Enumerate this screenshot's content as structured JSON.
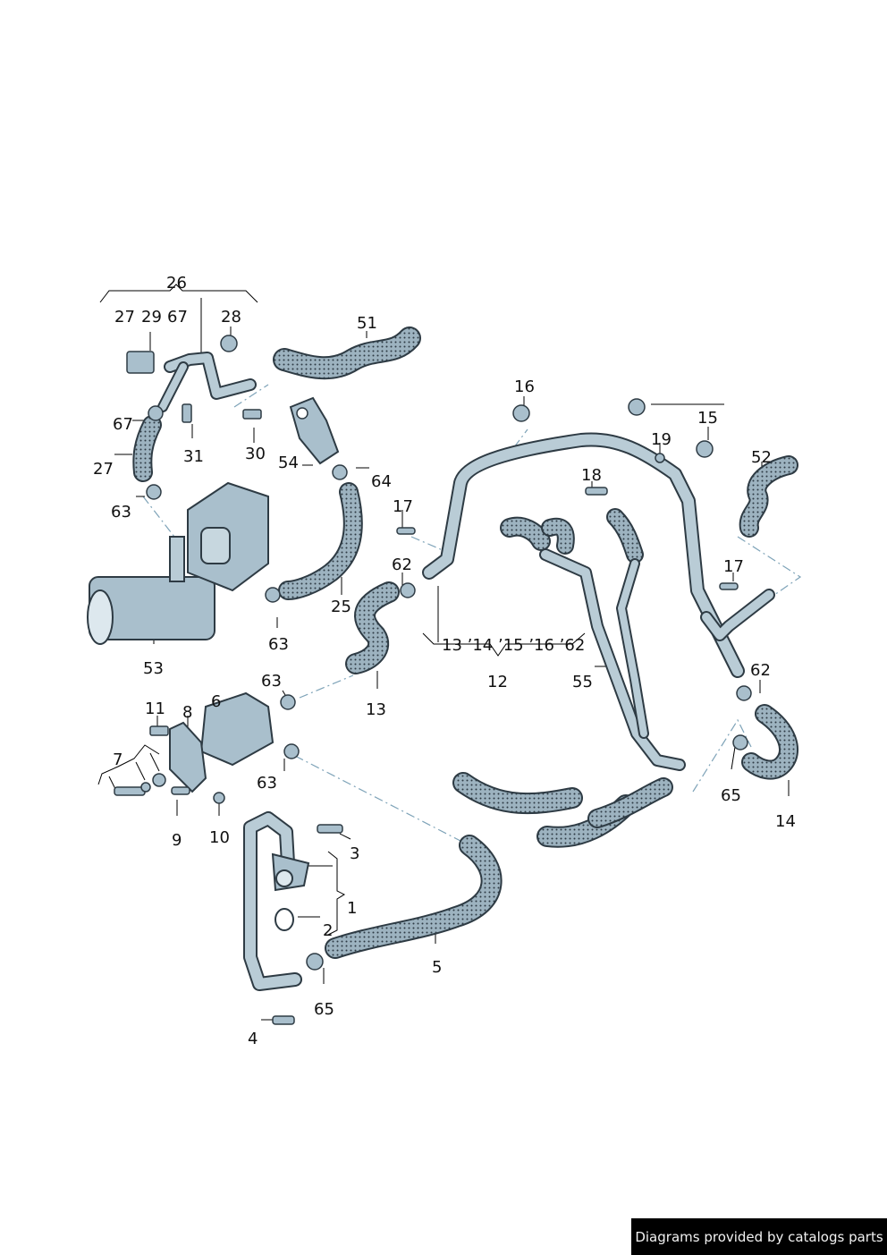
{
  "diagram": {
    "title": "Coolant hoses and pipes",
    "colors": {
      "part_fill": "#a9bfcc",
      "part_dark": "#2e3b44",
      "hose_fill": "#8fa6b3",
      "leader": "#000000",
      "centerline": "#7ea3b8"
    },
    "callouts": [
      {
        "id": "c26",
        "text": "26"
      },
      {
        "id": "c27a",
        "text": "27"
      },
      {
        "id": "c29",
        "text": "29"
      },
      {
        "id": "c67a",
        "text": "67"
      },
      {
        "id": "c28",
        "text": "28"
      },
      {
        "id": "c51",
        "text": "51"
      },
      {
        "id": "c67b",
        "text": "67"
      },
      {
        "id": "c27b",
        "text": "27"
      },
      {
        "id": "c31",
        "text": "31"
      },
      {
        "id": "c30",
        "text": "30"
      },
      {
        "id": "c54",
        "text": "54"
      },
      {
        "id": "c64",
        "text": "64"
      },
      {
        "id": "c63a",
        "text": "63"
      },
      {
        "id": "c16",
        "text": "16"
      },
      {
        "id": "c15",
        "text": "15"
      },
      {
        "id": "c19",
        "text": "19"
      },
      {
        "id": "c52",
        "text": "52"
      },
      {
        "id": "c18",
        "text": "18"
      },
      {
        "id": "c17a",
        "text": "17"
      },
      {
        "id": "c62a",
        "text": "62"
      },
      {
        "id": "c17b",
        "text": "17"
      },
      {
        "id": "c25",
        "text": "25"
      },
      {
        "id": "c63b",
        "text": "63"
      },
      {
        "id": "c53",
        "text": "53"
      },
      {
        "id": "c13a",
        "text": "13"
      },
      {
        "id": "cgroup",
        "text": "13 ’14 ’15 ’16 ’62"
      },
      {
        "id": "c12",
        "text": "12"
      },
      {
        "id": "c55",
        "text": "55"
      },
      {
        "id": "c62b",
        "text": "62"
      },
      {
        "id": "c63c",
        "text": "63"
      },
      {
        "id": "c11",
        "text": "11"
      },
      {
        "id": "c8",
        "text": "8"
      },
      {
        "id": "c6",
        "text": "6"
      },
      {
        "id": "c7",
        "text": "7"
      },
      {
        "id": "c63d",
        "text": "63"
      },
      {
        "id": "c65a",
        "text": "65"
      },
      {
        "id": "c14",
        "text": "14"
      },
      {
        "id": "c9",
        "text": "9"
      },
      {
        "id": "c10",
        "text": "10"
      },
      {
        "id": "c3",
        "text": "3"
      },
      {
        "id": "c1",
        "text": "1"
      },
      {
        "id": "c2",
        "text": "2"
      },
      {
        "id": "c5",
        "text": "5"
      },
      {
        "id": "c65b",
        "text": "65"
      },
      {
        "id": "c4",
        "text": "4"
      }
    ]
  },
  "footer": {
    "text": "Diagrams provided by catalogs parts"
  }
}
